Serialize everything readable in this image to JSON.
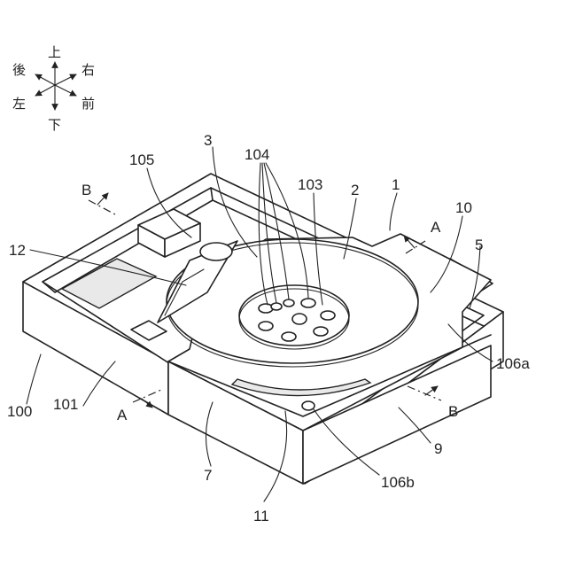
{
  "directions": {
    "up": "上",
    "down": "下",
    "rear": "後",
    "front": "前",
    "left": "左",
    "right": "右"
  },
  "labels": {
    "l1": "1",
    "l2": "2",
    "l3": "3",
    "l5": "5",
    "l7": "7",
    "l9": "9",
    "l10": "10",
    "l11": "11",
    "l12": "12",
    "l100": "100",
    "l101": "101",
    "l103": "103",
    "l104": "104",
    "l105": "105",
    "l106a": "106a",
    "l106b": "106b",
    "secA_top": "A",
    "secA_bottom": "A",
    "secB_top": "B",
    "secB_bottom": "B"
  }
}
